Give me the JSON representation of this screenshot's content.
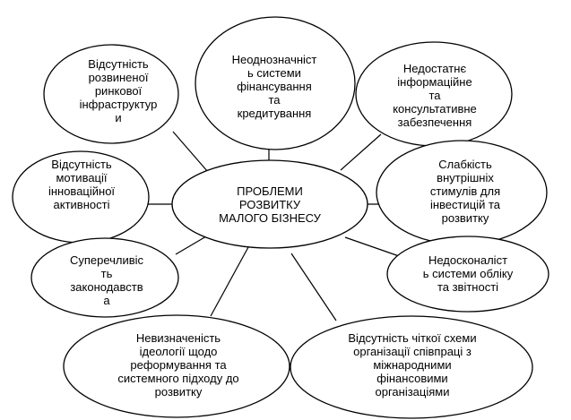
{
  "center": {
    "text": "ПРОБЛЕМИ\nРОЗВИТКУ\nМАЛОГО БІЗНЕСУ"
  },
  "nodes": [
    {
      "id": "infrastructure",
      "text": "Відсутність\nрозвиненої\nринкової\nінфраструктур\nи"
    },
    {
      "id": "financing",
      "text": "Неоднозначніст\nь системи\nфінансування\nта\nкредитування"
    },
    {
      "id": "info-consulting",
      "text": "Недостатнє\nінформаційне\nта\nконсультативне\nзабезпечення"
    },
    {
      "id": "motivation",
      "text": "Відсутність\nмотивації\nінноваційної\nактивності"
    },
    {
      "id": "stimuli",
      "text": "Слабкість\nвнутрішніх\nстимулів для\nінвестицій та\nрозвитку"
    },
    {
      "id": "legislation",
      "text": "Суперечливіс\nть\nзаконодавств\nа"
    },
    {
      "id": "accounting",
      "text": "Недосконаліст\nь системи обліку\nта звітності"
    },
    {
      "id": "ideology",
      "text": "Невизначеність\nідеології щодо\nреформування та\nсистемного підходу до\nрозвитку"
    },
    {
      "id": "cooperation",
      "text": "Відсутність чіткої схеми\nорганізації співпраці з\nміжнародними\nфінансовими\nорганізаціями"
    }
  ]
}
